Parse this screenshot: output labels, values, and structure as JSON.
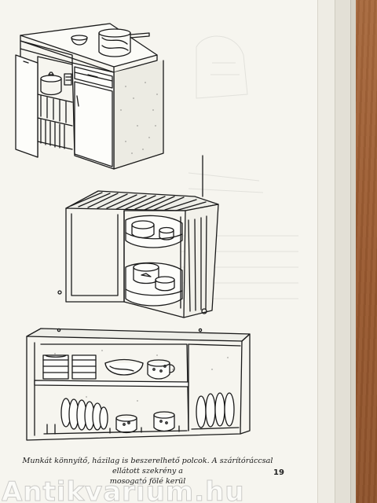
{
  "caption": {
    "line1": "Munkát könnyítő, házilag is beszerelhető polcok. A szárítóráccsal ellátott szekrény a",
    "line2": "mosogató fölé kerül"
  },
  "page_number": "19",
  "watermark": "Antikvarium.hu",
  "colors": {
    "paper": "#f6f5ef",
    "ink": "#1a1a1a",
    "wood_background": "#a0643a"
  }
}
